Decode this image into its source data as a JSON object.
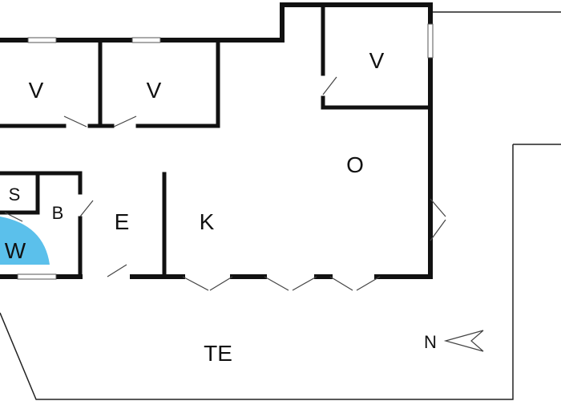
{
  "plan": {
    "colors": {
      "wall": "#111111",
      "background": "#ffffff",
      "whirlpool": "#5bc0eb"
    },
    "rooms": {
      "v1": "V",
      "v2": "V",
      "v3": "V",
      "o": "O",
      "s": "S",
      "b": "B",
      "e": "E",
      "k": "K",
      "w": "W",
      "te": "TE"
    },
    "north": {
      "label": "N",
      "icon": "north-arrow-icon"
    }
  }
}
